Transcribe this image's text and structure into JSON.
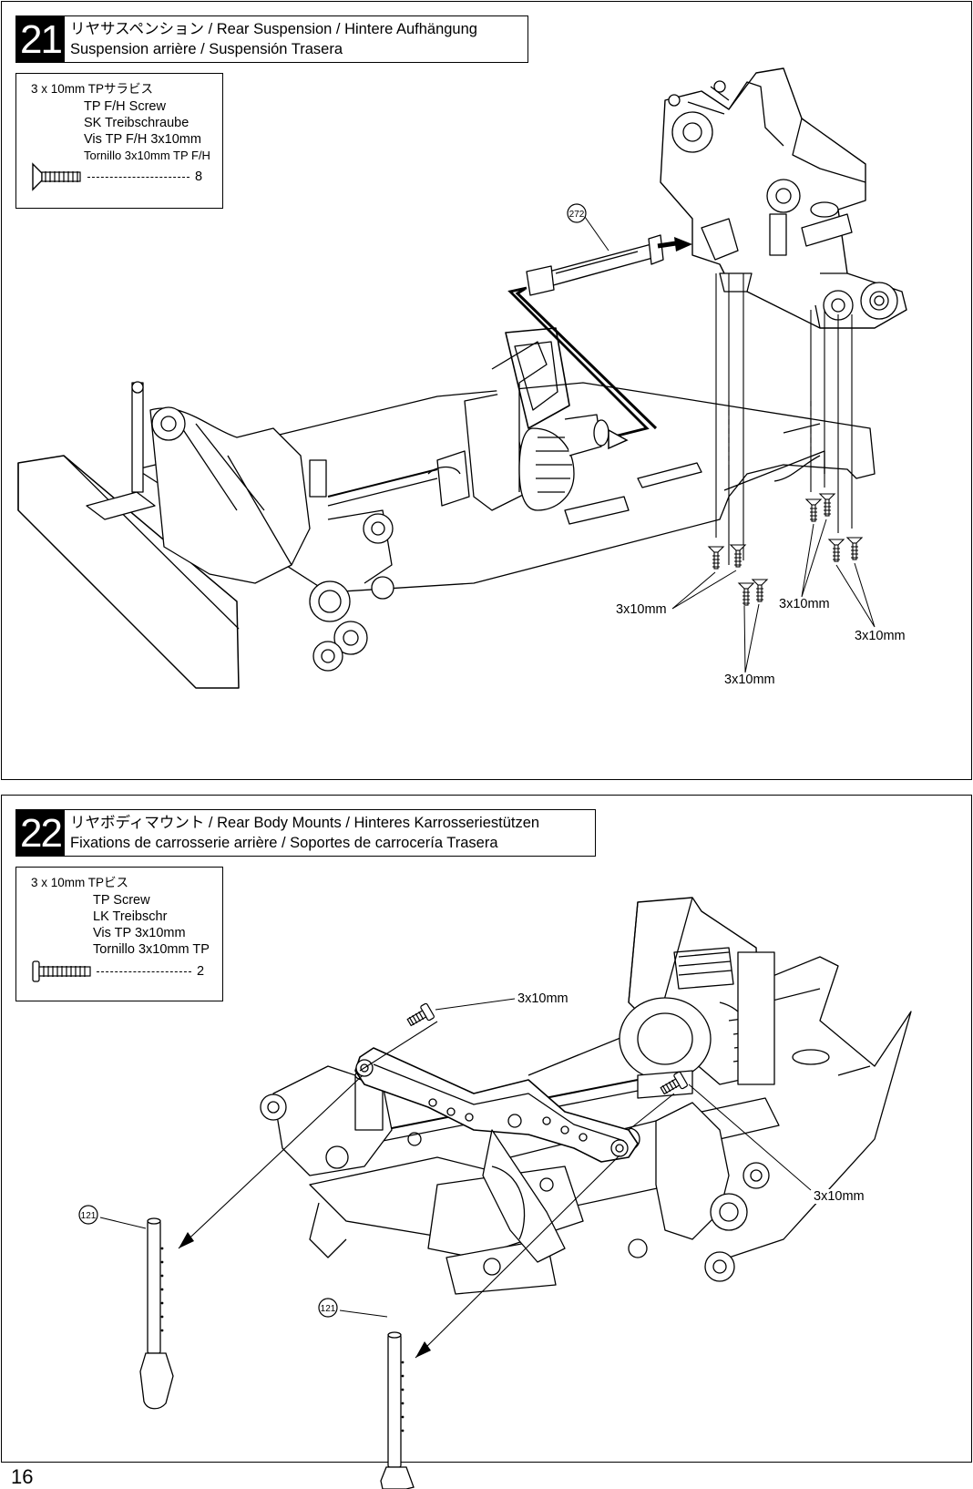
{
  "page_number": "16",
  "step21": {
    "number": "21",
    "title_line1": "リヤサスペンション / Rear Suspension / Hintere Aufhängung",
    "title_line2": "Suspension arrière / Suspensión Trasera",
    "parts": {
      "size_jp": "3 x 10mm  TPサラビス",
      "name_en": "TP F/H Screw",
      "name_de": "SK Treibschraube",
      "name_fr": "Vis TP F/H 3x10mm",
      "name_es": "Tornillo 3x10mm TP F/H",
      "quantity": "8"
    },
    "part_number": "272",
    "callouts": [
      "3x10mm",
      "3x10mm",
      "3x10mm",
      "3x10mm"
    ]
  },
  "step22": {
    "number": "22",
    "title_line1": "リヤボディマウント / Rear Body Mounts / Hinteres Karrosseriestützen",
    "title_line2": "Fixations de carrosserie arrière / Soportes de carrocería Trasera",
    "parts": {
      "size_jp": "3 x 10mm  TPビス",
      "name_en": "TP Screw",
      "name_de": "LK Treibschr",
      "name_fr": "Vis TP 3x10mm",
      "name_es": "Tornillo 3x10mm TP",
      "quantity": "2"
    },
    "part_number_left": "121",
    "part_number_right": "121",
    "callouts": [
      "3x10mm",
      "3x10mm"
    ]
  }
}
